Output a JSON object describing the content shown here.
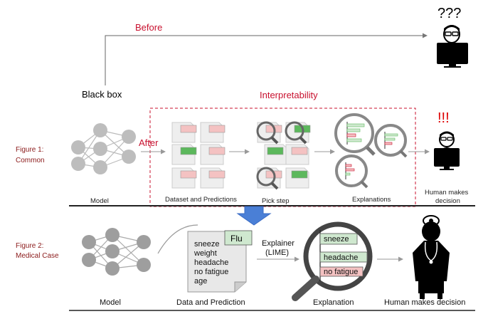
{
  "header": {
    "before_label": "Before",
    "question_marks": "???",
    "black_box_label": "Black box",
    "interpretability_label": "Interpretability",
    "after_label": "After",
    "exclaim_marks": "!!!"
  },
  "figure1": {
    "title_line1": "Figure 1:",
    "title_line2": "Common",
    "model_label": "Model",
    "dataset_label": "Dataset and Predictions",
    "pick_label": "Pick step",
    "explanations_label": "Explanations",
    "human_line1": "Human makes",
    "human_line2": "decision"
  },
  "figure2": {
    "title_line1": "Figure 2:",
    "title_line2": "Medical Case",
    "model_label": "Model",
    "doc_lines": [
      "sneeze",
      "weight",
      "headache",
      "no fatigue",
      "age"
    ],
    "prediction": "Flu",
    "explainer_line1": "Explainer",
    "explainer_line2": "(LIME)",
    "explanation_items": [
      "sneeze",
      "headache",
      "no fatigue"
    ],
    "data_label": "Data and Prediction",
    "explanation_label": "Explanation",
    "human_label": "Human makes decision"
  },
  "colors": {
    "red_text": "#c8102e",
    "figure_label": "#8b1a1a",
    "green_card": "#5cb85c",
    "pink_card": "#f4c2c2",
    "arrow_blue": "#4a7fd6"
  }
}
